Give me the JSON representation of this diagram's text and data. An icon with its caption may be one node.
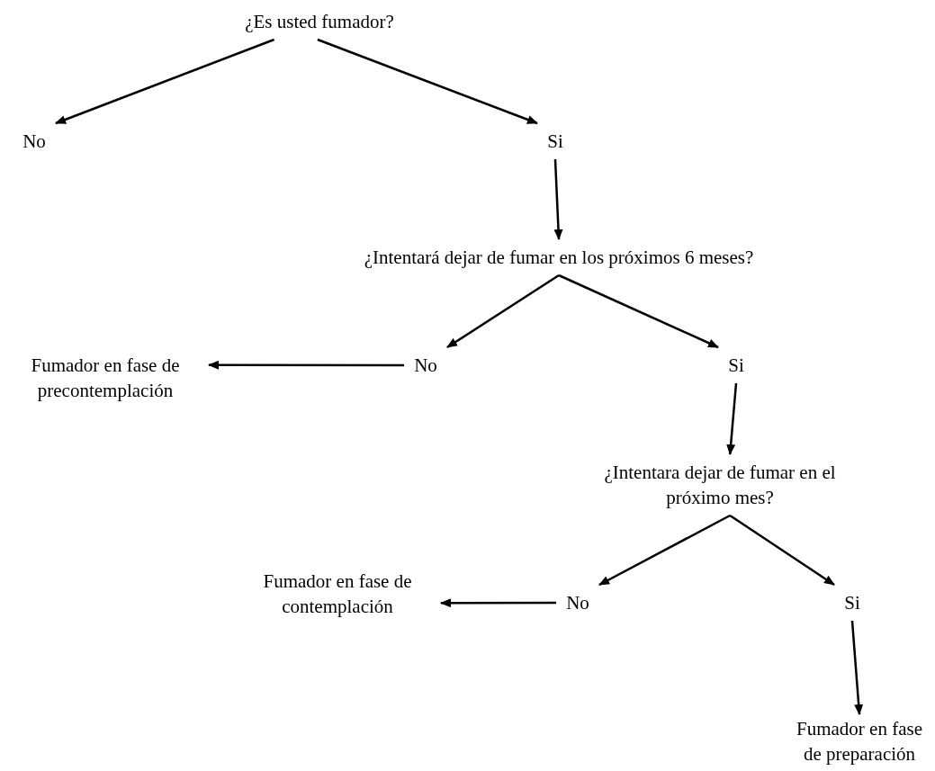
{
  "diagram": {
    "nodes": [
      {
        "text": [
          "¿Es usted fumador?"
        ]
      },
      {
        "text": [
          "No"
        ]
      },
      {
        "text": [
          "Si"
        ]
      },
      {
        "text": [
          "¿Intentará dejar de fumar en los próximos 6 meses?"
        ]
      },
      {
        "text": [
          "Fumador en fase de precontemplación"
        ]
      },
      {
        "text": [
          "No"
        ]
      },
      {
        "text": [
          "Si"
        ]
      },
      {
        "text": [
          "¿Intentara dejar de fumar en el próximo mes?"
        ]
      },
      {
        "text": [
          "Fumador en fase de contemplación"
        ]
      },
      {
        "text": [
          "No"
        ]
      },
      {
        "text": [
          "Si"
        ]
      },
      {
        "text": [
          "Fumador en fase de preparación"
        ]
      }
    ],
    "edges": [
      {
        "from": 0,
        "to": 1,
        "arrow": "to"
      },
      {
        "from": 0,
        "to": 2,
        "arrow": "to"
      },
      {
        "from": 2,
        "to": 3,
        "arrow": "to"
      },
      {
        "from": 3,
        "to": 5,
        "arrow": "to"
      },
      {
        "from": 3,
        "to": 6,
        "arrow": "to"
      },
      {
        "from": 5,
        "to": 4,
        "arrow": "to"
      },
      {
        "from": 6,
        "to": 7,
        "arrow": "to"
      },
      {
        "from": 7,
        "to": 9,
        "arrow": "to"
      },
      {
        "from": 7,
        "to": 10,
        "arrow": "to"
      },
      {
        "from": 9,
        "to": 8,
        "arrow": "to"
      },
      {
        "from": 10,
        "to": 11,
        "arrow": "to"
      }
    ]
  }
}
